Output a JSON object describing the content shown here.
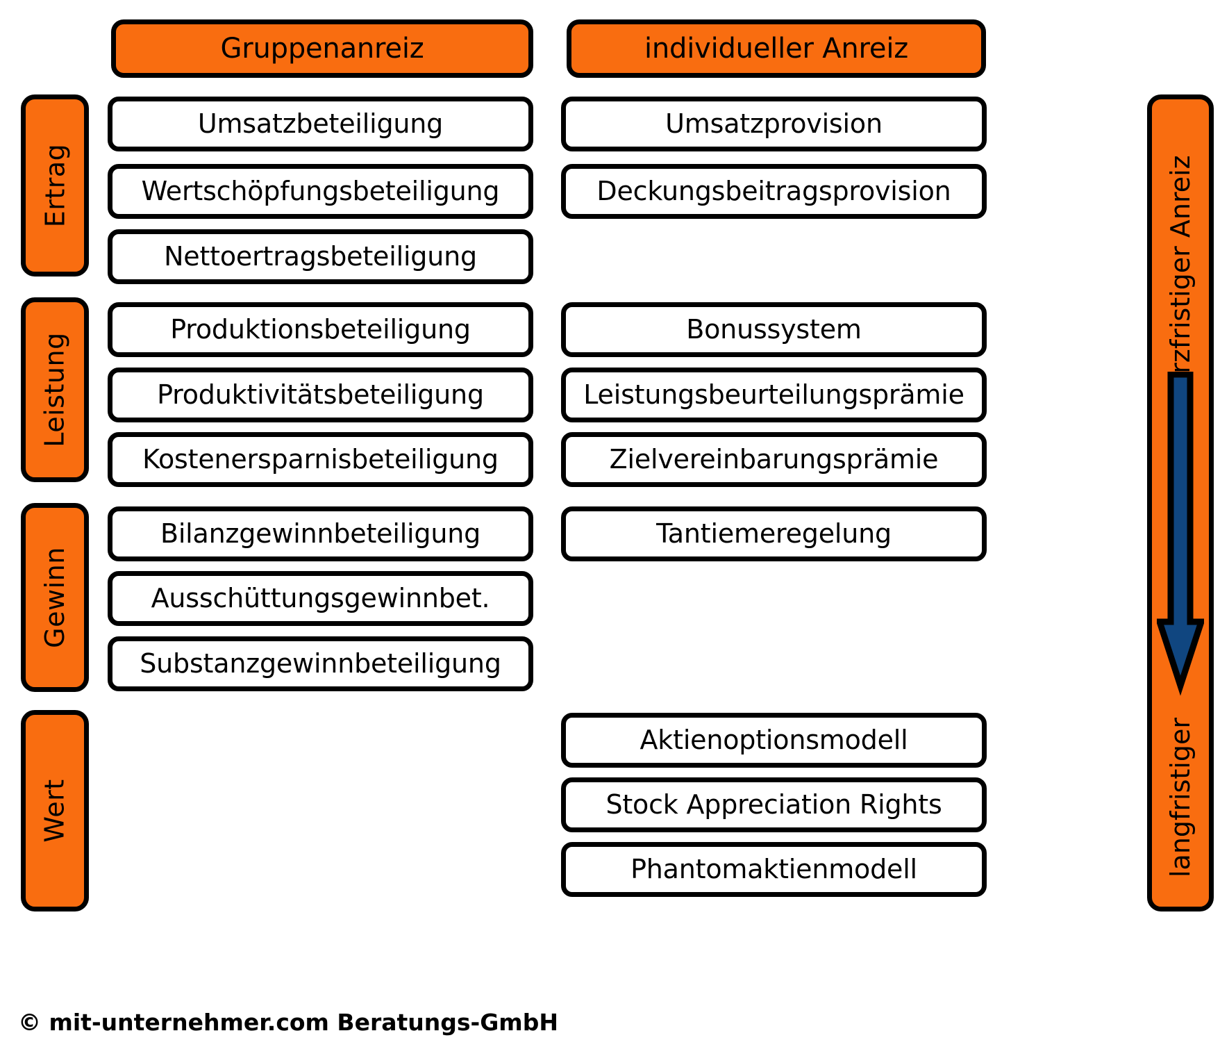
{
  "columns": [
    {
      "id": "group",
      "label": "Gruppenanreiz"
    },
    {
      "id": "individual",
      "label": "individueller Anreiz"
    }
  ],
  "categories": [
    {
      "id": "ertrag",
      "label": "Ertrag"
    },
    {
      "id": "leistung",
      "label": "Leistung"
    },
    {
      "id": "gewinn",
      "label": "Gewinn"
    },
    {
      "id": "wert",
      "label": "Wert"
    }
  ],
  "timeframe": {
    "short_label": "kurzfristiger Anreiz",
    "long_label": "langfristiger",
    "arrow_icon": "arrow-down-icon"
  },
  "group_items": {
    "ertrag": [
      "Umsatzbeteiligung",
      "Wertschöpfungsbeteiligung",
      "Nettoertragsbeteiligung"
    ],
    "leistung": [
      "Produktionsbeteiligung",
      "Produktivitätsbeteiligung",
      "Kostenersparnisbeteiligung"
    ],
    "gewinn": [
      "Bilanzgewinnbeteiligung",
      "Ausschüttungsgewinnbet.",
      "Substanzgewinnbeteiligung"
    ],
    "wert": []
  },
  "individual_items": {
    "ertrag": [
      "Umsatzprovision",
      "Deckungsbeitragsprovision"
    ],
    "leistung": [
      "Bonussystem",
      "Leistungsbeurteilungsprämie",
      "Zielvereinbarungsprämie"
    ],
    "gewinn": [
      "Tantiemeregelung"
    ],
    "wert": [
      "Aktienoptionsmodell",
      "Stock Appreciation Rights",
      "Phantomaktienmodell"
    ]
  },
  "footer": {
    "text": "© mit-unternehmer.com Beratungs-GmbH"
  },
  "colors": {
    "accent_orange": "#F96D10",
    "arrow_blue": "#104680",
    "outline": "#000000",
    "box_fill": "#FFFFFF"
  }
}
